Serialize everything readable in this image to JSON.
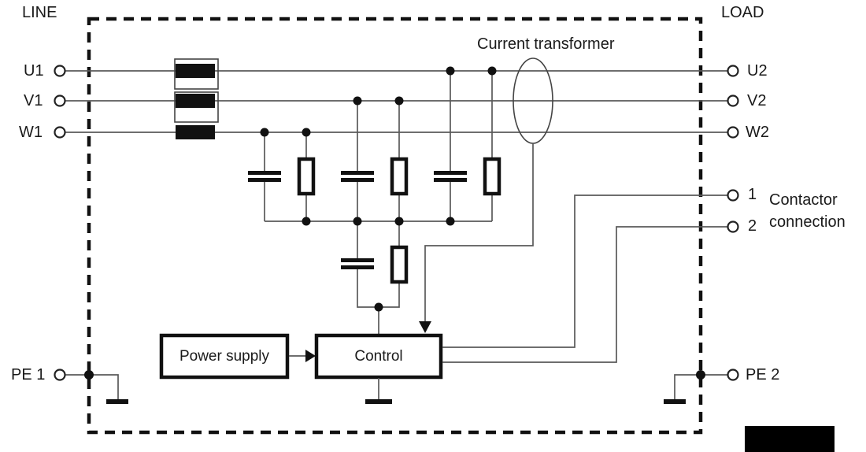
{
  "diagram": {
    "side_labels": {
      "left": "LINE",
      "right": "LOAD"
    },
    "line_terminals": [
      {
        "label": "U1"
      },
      {
        "label": "V1"
      },
      {
        "label": "W1"
      }
    ],
    "load_terminals": [
      {
        "label": "U2"
      },
      {
        "label": "V2"
      },
      {
        "label": "W2"
      }
    ],
    "pe_terminals": {
      "left": "PE 1",
      "right": "PE 2"
    },
    "annotations": {
      "current_transformer": "Current transformer",
      "contactor_title": "Contactor",
      "contactor_subtitle": "connection"
    },
    "contactor_terminals": [
      {
        "label": "1"
      },
      {
        "label": "2"
      }
    ],
    "blocks": {
      "power_supply": "Power supply",
      "control": "Control"
    },
    "colors": {
      "wire": "#595959",
      "component": "#111111",
      "background": "#ffffff"
    }
  }
}
